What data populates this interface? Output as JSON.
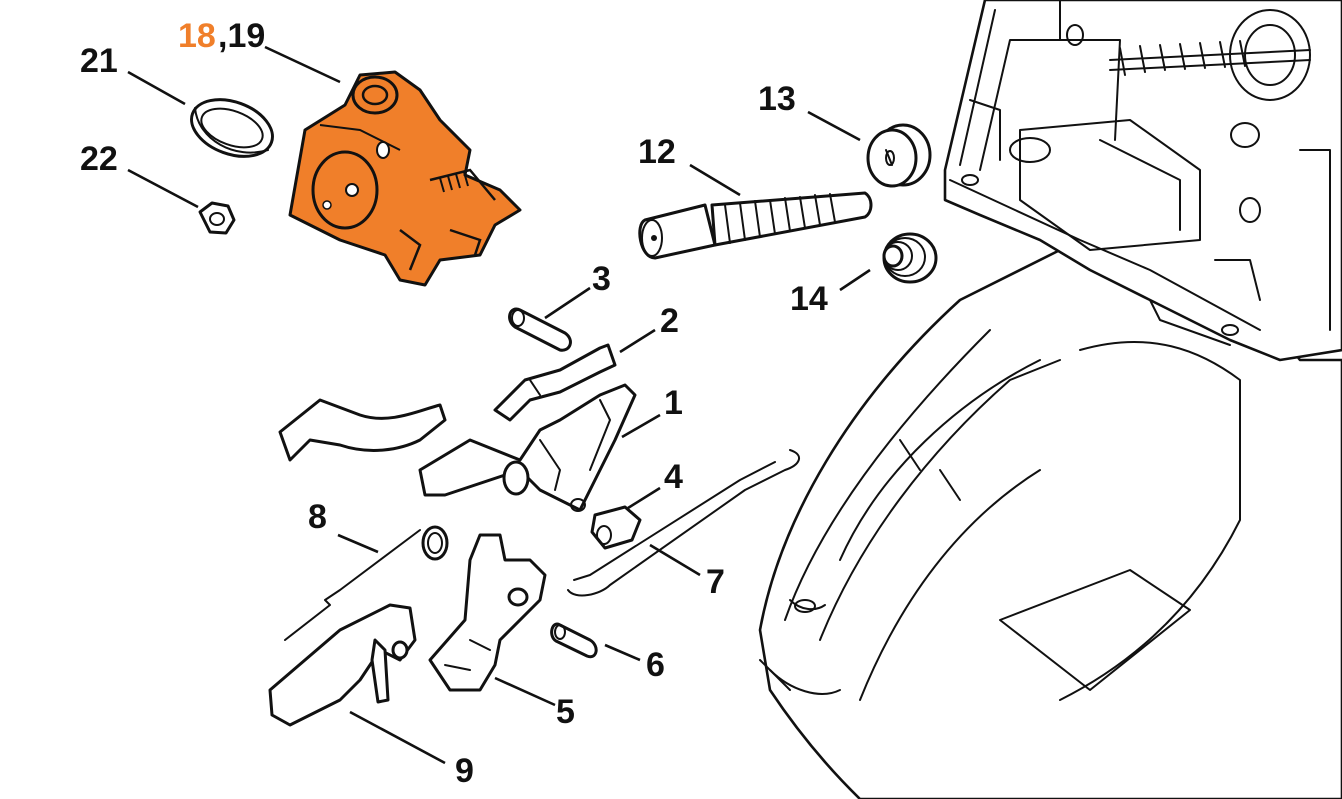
{
  "highlight_color": "#f07f2a",
  "callouts": {
    "c18": "18",
    "c19": ",19",
    "c21": "21",
    "c22": "22",
    "c13": "13",
    "c12": "12",
    "c14": "14",
    "c3": "3",
    "c2": "2",
    "c1": "1",
    "c4": "4",
    "c8": "8",
    "c7": "7",
    "c6": "6",
    "c5": "5",
    "c9": "9"
  }
}
